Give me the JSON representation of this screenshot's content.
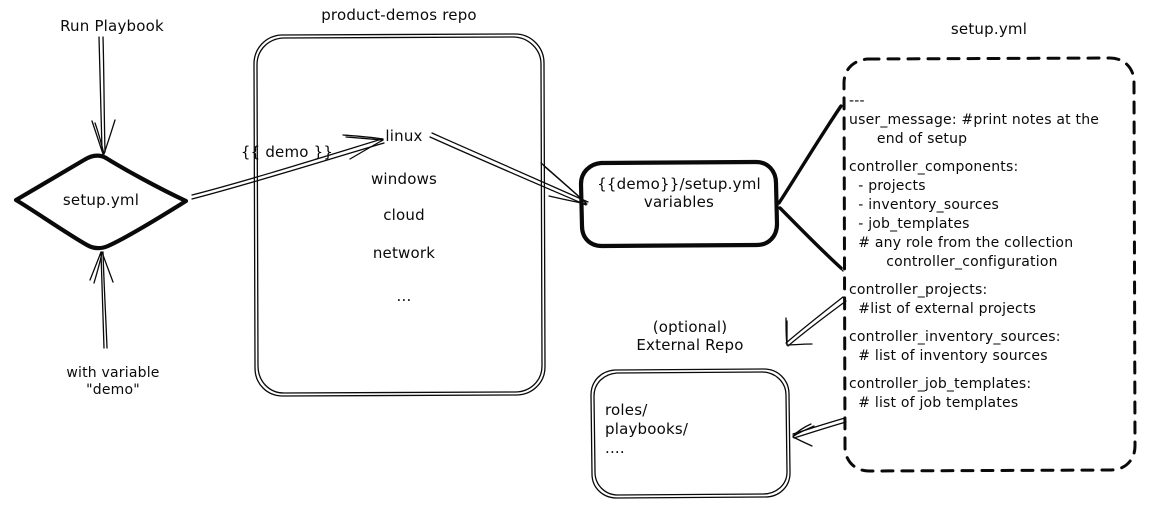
{
  "diagram": {
    "title": "product-demos setup.yml flow",
    "background_color": "#ffffff",
    "ink_color": "#0a0a0a"
  },
  "nodes": {
    "run_playbook_label": "Run Playbook",
    "with_variable_label": "with variable\n\"demo\"",
    "setup_diamond": "setup.yml",
    "repo_title": "product-demos repo",
    "repo_items": [
      "linux",
      "windows",
      "cloud",
      "network",
      "..."
    ],
    "variables_box": "{{demo}}/setup.yml\nvariables",
    "external_repo_title": "(optional)\nExternal Repo",
    "external_repo_items": [
      "roles/",
      "playbooks/",
      "...."
    ],
    "setup_yml_title": "setup.yml",
    "setup_yml_lines": [
      "---",
      "user_message: #print notes at the",
      "      end of setup",
      "",
      "controller_components:",
      "  - projects",
      "  - inventory_sources",
      "  - job_templates",
      "  # any role from the collection",
      "        controller_configuration",
      "",
      "controller_projects:",
      "  #list of external projects",
      "",
      "controller_inventory_sources:",
      "  # list of inventory sources",
      "",
      "controller_job_templates:",
      "  # list of job templates"
    ]
  },
  "edges": {
    "run_playbook_to_setup": "",
    "setup_to_repo_label": "{{ demo }}",
    "repo_to_variables": "",
    "setupyml_to_variables_upper": "",
    "setupyml_to_variables_lower": "",
    "setupyml_to_external_upper": "",
    "setupyml_to_external_lower": "",
    "with_variable_to_setup": ""
  }
}
